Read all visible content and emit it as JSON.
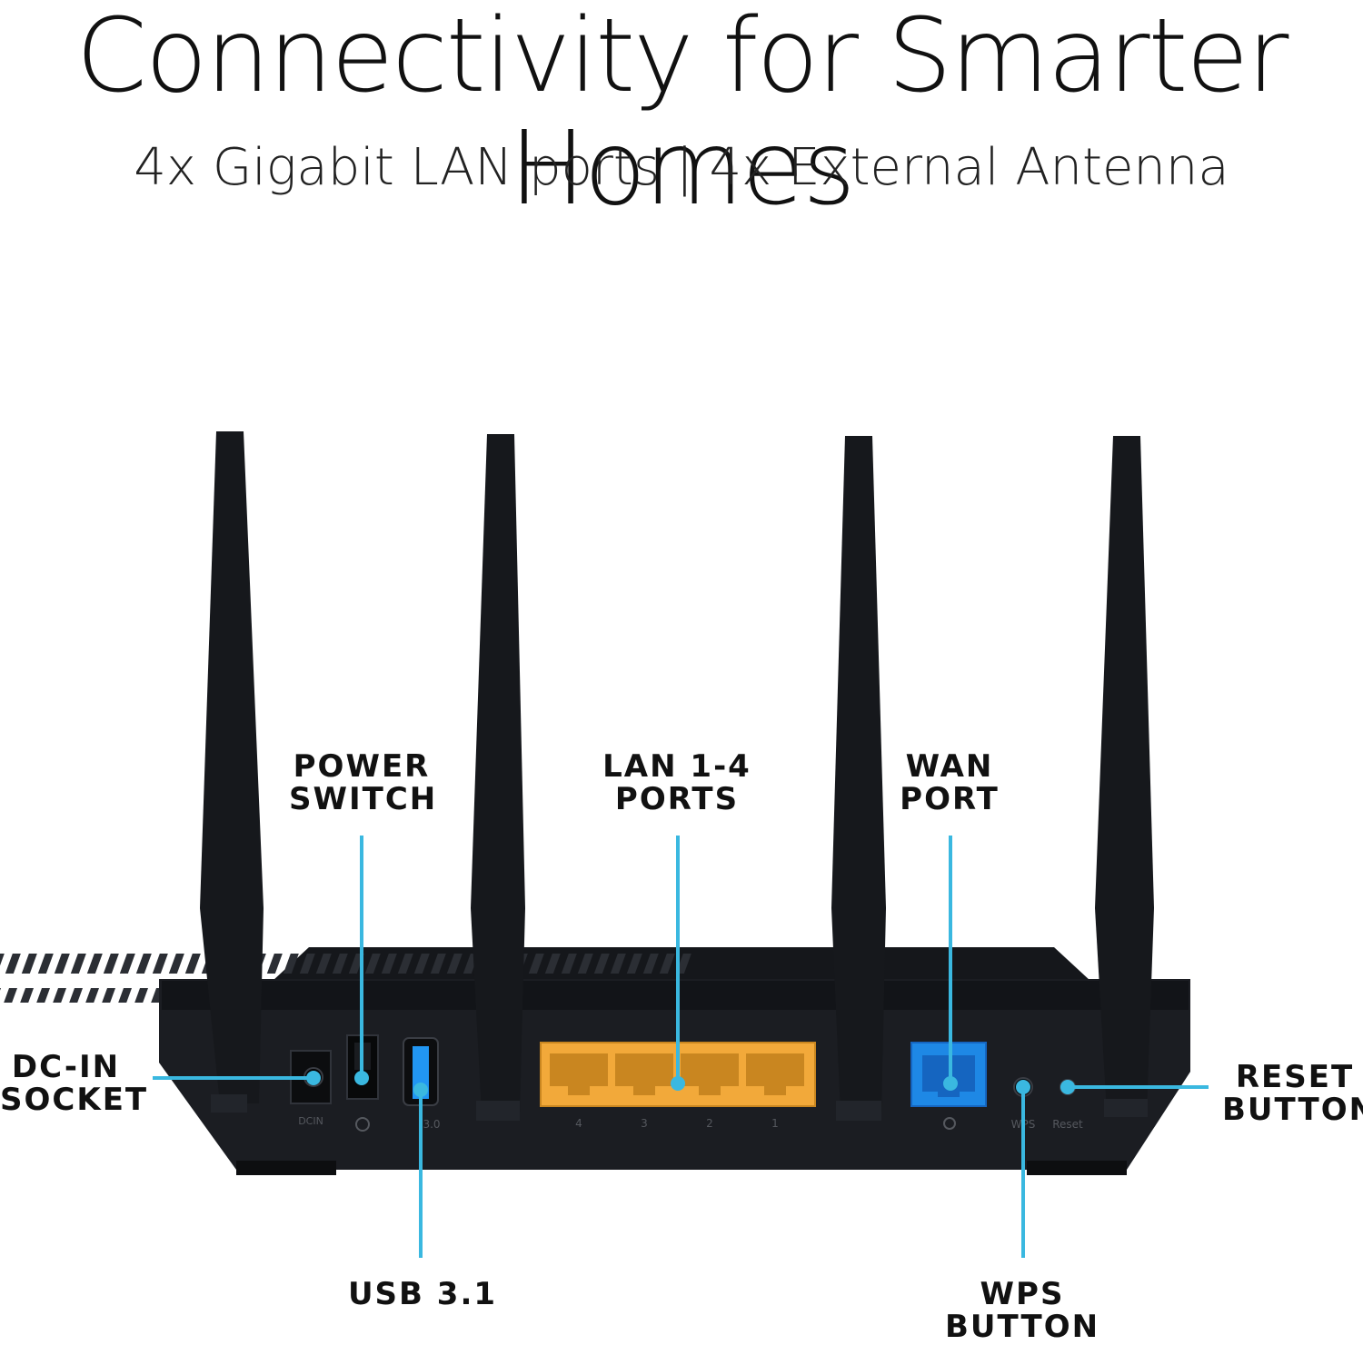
{
  "heading": {
    "title": "Connectivity for Smarter Homes",
    "subtitle": "4x Gigabit LAN ports | 4x External Antenna"
  },
  "callouts": {
    "power_switch": [
      "POWER",
      "SWITCH"
    ],
    "lan_ports": [
      "LAN 1-4",
      "PORTS"
    ],
    "wan_port": [
      "WAN",
      "PORT"
    ],
    "dc_in": [
      "DC-IN",
      "SOCKET"
    ],
    "reset_button": [
      "RESET",
      "BUTTON"
    ],
    "usb": [
      "USB 3.1"
    ],
    "wps_button": [
      "WPS",
      "BUTTON"
    ]
  },
  "router_panel_labels": {
    "dc": "DCIN",
    "usb": "3.0",
    "lan": [
      "4",
      "3",
      "2",
      "1"
    ],
    "wps": "WPS",
    "reset": "Reset"
  },
  "colors": {
    "callout_line": "#3ab8e0",
    "router_body": "#1b1d22",
    "lan_port": "#f2a93a",
    "wan_port": "#1e88e5",
    "usb_port": "#2196f3"
  }
}
